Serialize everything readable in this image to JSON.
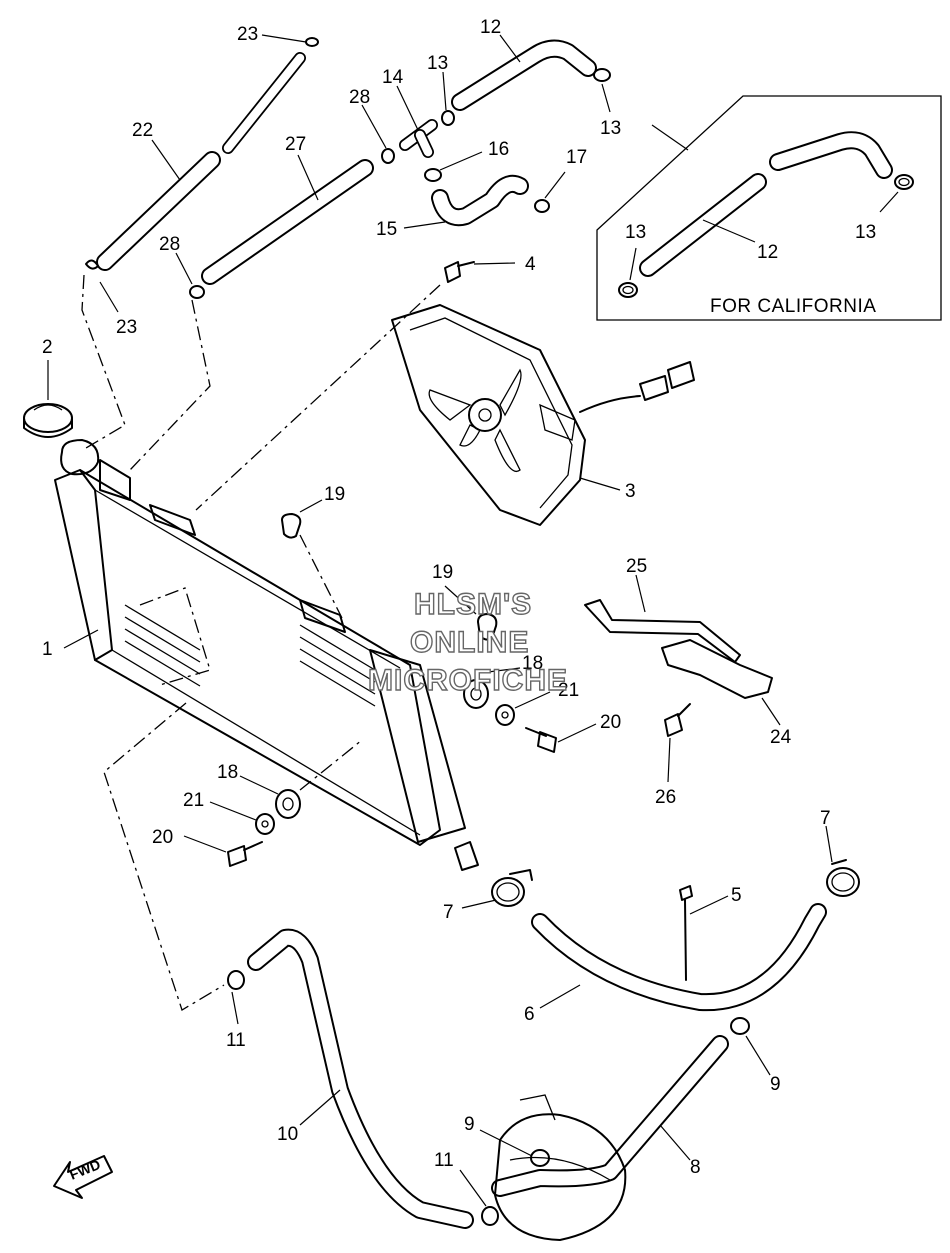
{
  "watermark": {
    "line1": "HLSM'S",
    "line2": "ONLINE",
    "line3": "MICROFICHE"
  },
  "inset": {
    "caption": "FOR CALIFORNIA"
  },
  "fwd_label": "FWD",
  "callouts": {
    "c1": "1",
    "c2": "2",
    "c3": "3",
    "c4": "4",
    "c5": "5",
    "c6": "6",
    "c7a": "7",
    "c7b": "7",
    "c8": "8",
    "c9a": "9",
    "c9b": "9",
    "c10": "10",
    "c11a": "11",
    "c11b": "11",
    "c12": "12",
    "c12i": "12",
    "c13a": "13",
    "c13b": "13",
    "c13c": "13",
    "c13d": "13",
    "c14": "14",
    "c15": "15",
    "c16": "16",
    "c17": "17",
    "c18a": "18",
    "c18b": "18",
    "c19a": "19",
    "c19b": "19",
    "c20a": "20",
    "c20b": "20",
    "c21a": "21",
    "c21b": "21",
    "c22": "22",
    "c23a": "23",
    "c23b": "23",
    "c24": "24",
    "c25": "25",
    "c26": "26",
    "c27": "27",
    "c28a": "28",
    "c28b": "28"
  }
}
